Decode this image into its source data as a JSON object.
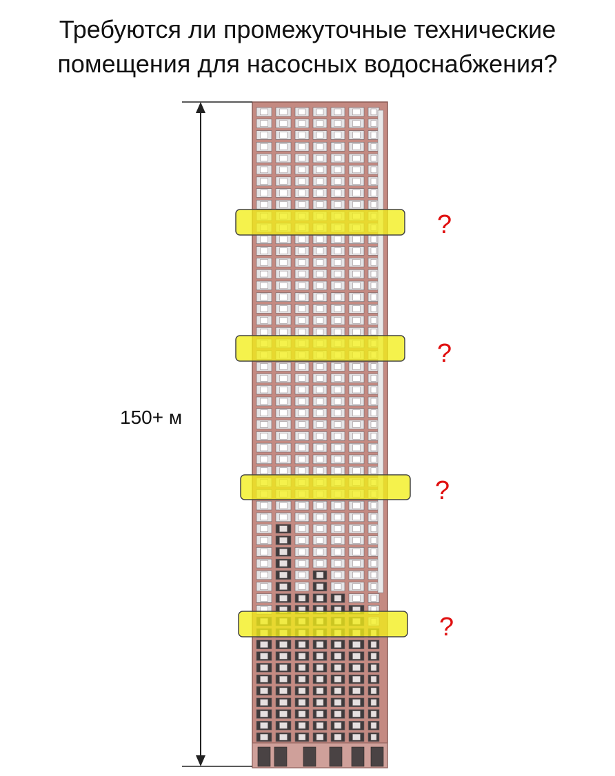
{
  "title": {
    "line1": "Требуются ли промежуточные технические",
    "line2": "помещения для насосных водоснабжения?"
  },
  "dimension": {
    "label": "150+ м"
  },
  "markers": [
    {
      "symbol": "?"
    },
    {
      "symbol": "?"
    },
    {
      "symbol": "?"
    },
    {
      "symbol": "?"
    }
  ],
  "colors": {
    "facade_brick": "#c48a82",
    "facade_light": "#e4e4e6",
    "facade_dark": "#3f3a3b",
    "highlight": "#f2ee1a",
    "question": "#e01010"
  }
}
